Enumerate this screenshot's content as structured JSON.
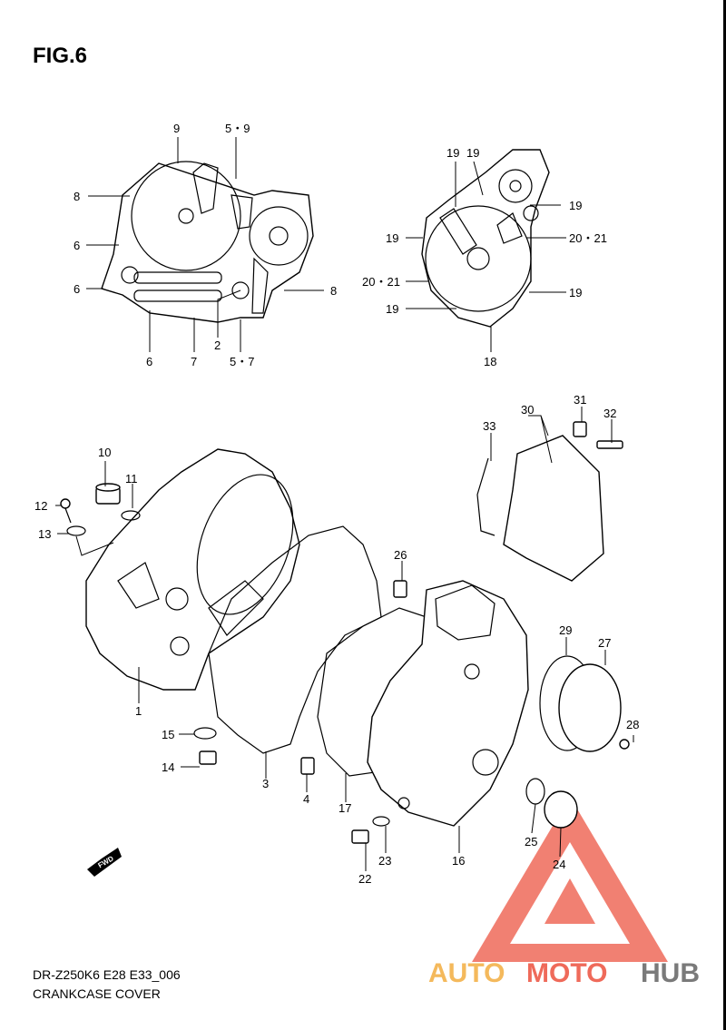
{
  "figure": {
    "title": "FIG.6",
    "model_code": "DR-Z250K6 E28 E33_006",
    "name": "CRANKCASE COVER",
    "fwd_marker": "FWD"
  },
  "callouts": [
    {
      "label": "9"
    },
    {
      "label": "5・9"
    },
    {
      "label": "8"
    },
    {
      "label": "6"
    },
    {
      "label": "6"
    },
    {
      "label": "6"
    },
    {
      "label": "7"
    },
    {
      "label": "2"
    },
    {
      "label": "5・7"
    },
    {
      "label": "8"
    },
    {
      "label": "19"
    },
    {
      "label": "19"
    },
    {
      "label": "19"
    },
    {
      "label": "19"
    },
    {
      "label": "20・21"
    },
    {
      "label": "20・21"
    },
    {
      "label": "19"
    },
    {
      "label": "19"
    },
    {
      "label": "18"
    },
    {
      "label": "10"
    },
    {
      "label": "11"
    },
    {
      "label": "12"
    },
    {
      "label": "13"
    },
    {
      "label": "1"
    },
    {
      "label": "33"
    },
    {
      "label": "30"
    },
    {
      "label": "31"
    },
    {
      "label": "32"
    },
    {
      "label": "26"
    },
    {
      "label": "15"
    },
    {
      "label": "14"
    },
    {
      "label": "3"
    },
    {
      "label": "4"
    },
    {
      "label": "17"
    },
    {
      "label": "29"
    },
    {
      "label": "27"
    },
    {
      "label": "28"
    },
    {
      "label": "22"
    },
    {
      "label": "23"
    },
    {
      "label": "16"
    },
    {
      "label": "25"
    },
    {
      "label": "24"
    }
  ],
  "watermark": {
    "part1": "AUTO",
    "part2": "MOTO",
    "part3": "HUB",
    "colors": {
      "auto": "#f4b95c",
      "moto": "#ef6a5a",
      "hub": "#7a7a7a",
      "triangle": "#ef6a5a"
    }
  }
}
